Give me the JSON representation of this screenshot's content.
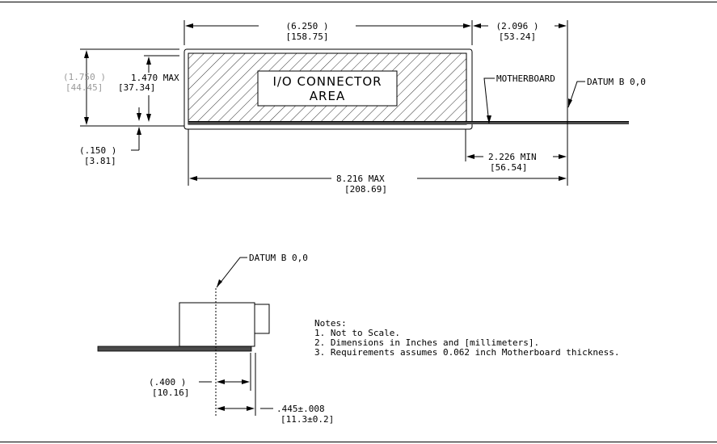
{
  "dimensions": {
    "width_in": "(6.250    )",
    "width_mm": "[158.75]",
    "offset_in": "(2.096    )",
    "offset_mm": "[53.24]",
    "height_in": "(1.750    )",
    "height_mm": "[44.45]",
    "height_max_in": "1.470    MAX",
    "height_max_mm": "[37.34]",
    "depth_in": "(.150    )",
    "depth_mm": "[3.81]",
    "min_in": "2.226    MIN",
    "min_mm": "[56.54]",
    "overall_in": "8.216    MAX",
    "overall_mm": "[208.69]",
    "side_offset_in": "(.400    )",
    "side_offset_mm": "[10.16]",
    "side_span_in": ".445±.008",
    "side_span_mm": "[11.3±0.2]"
  },
  "labels": {
    "connector_line1": "I/O CONNECTOR",
    "connector_line2": "AREA",
    "motherboard": "MOTHERBOARD",
    "datum_top": "DATUM B 0,0",
    "datum_bottom": "DATUM B 0,0"
  },
  "notes": {
    "title": "Notes:",
    "items": [
      "1. Not to Scale.",
      "2. Dimensions in Inches and [millimeters].",
      "3. Requirements assumes 0.062 inch Motherboard thickness."
    ]
  },
  "colors": {
    "line": "#000000",
    "board": "#4a4a4a",
    "gray_text": "#9a9a9a"
  }
}
